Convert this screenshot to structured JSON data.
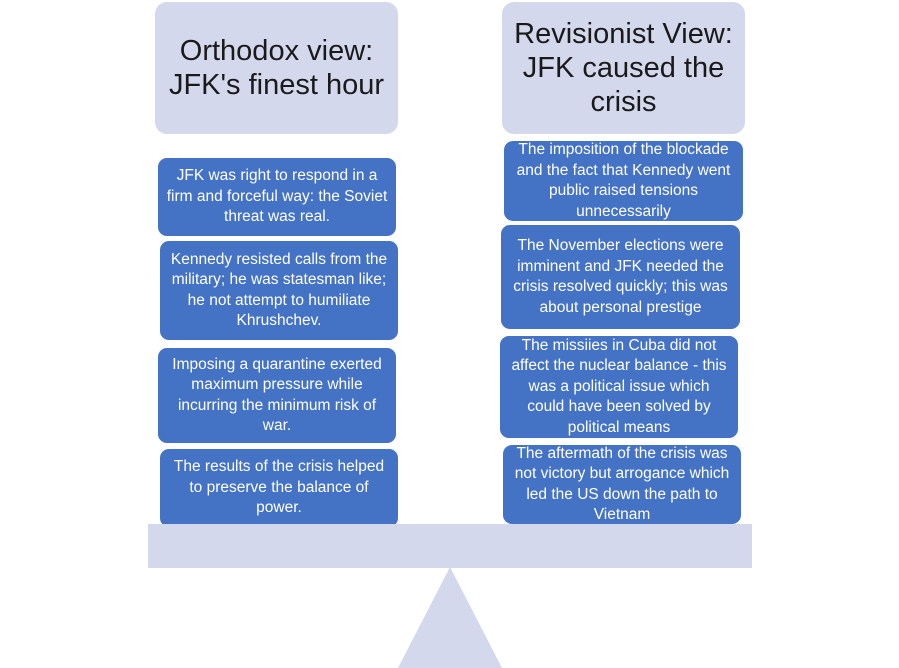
{
  "orthodox": {
    "title": "Orthodox view: JFK's finest hour",
    "points": [
      "JFK was right to respond in a firm and forceful way: the Soviet threat was real.",
      "Kennedy resisted calls from the military; he was statesman like; he not attempt to humiliate Khrushchev.",
      "Imposing a quarantine exerted maximum pressure while incurring the minimum risk of war.",
      "The results of the crisis helped to preserve the balance of power."
    ]
  },
  "revisionist": {
    "title": "Revisionist View: JFK caused the crisis",
    "points": [
      "The imposition of the blockade and the fact that Kennedy went public raised tensions unnecessarily",
      "The November elections were imminent and JFK needed the crisis resolved quickly; this was about personal prestige",
      "The missiies in Cuba did not affect the nuclear balance - this was a political issue which could have been solved by political means",
      "The aftermath of the crisis was not victory but arrogance which led the US down the path to Vietnam"
    ]
  },
  "colors": {
    "header_fill": "#d4d8ed",
    "point_fill": "#4472c4",
    "balance_fill": "#d4d8ed"
  }
}
